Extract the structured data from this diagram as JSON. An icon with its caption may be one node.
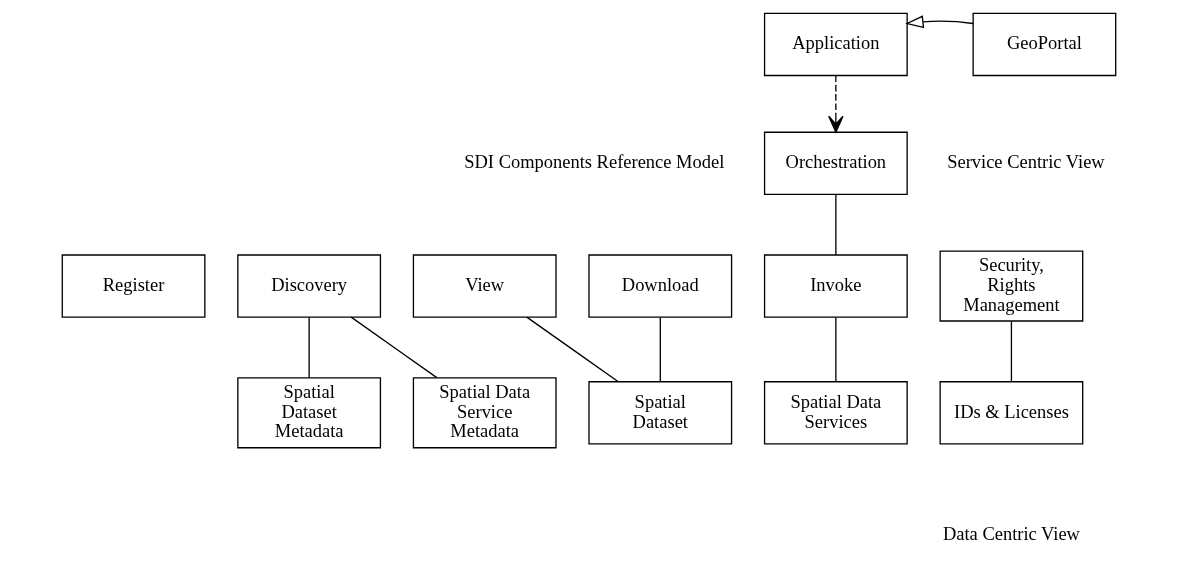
{
  "diagram": {
    "nodes": [
      {
        "text": [
          "Application"
        ]
      },
      {
        "text": [
          "GeoPortal"
        ]
      },
      {
        "text": [
          "Orchestration"
        ]
      },
      {
        "text": [
          "Register"
        ]
      },
      {
        "text": [
          "Discovery"
        ]
      },
      {
        "text": [
          "View"
        ]
      },
      {
        "text": [
          "Download"
        ]
      },
      {
        "text": [
          "Invoke"
        ]
      },
      {
        "text": [
          "Security, Rights Management"
        ]
      },
      {
        "text": [
          "Spatial Dataset Metadata"
        ]
      },
      {
        "text": [
          "Spatial Data Service Metadata"
        ]
      },
      {
        "text": [
          "Spatial Dataset"
        ]
      },
      {
        "text": [
          "Spatial Data Services"
        ]
      },
      {
        "text": [
          "IDs & Licenses"
        ]
      }
    ],
    "edges": [
      {
        "from": 1,
        "to": 0,
        "arrow": "to"
      },
      {
        "from": 0,
        "to": 2,
        "arrow": "to",
        "style": "dashed"
      },
      {
        "from": 2,
        "to": 7,
        "arrow": "none"
      },
      {
        "from": 4,
        "to": 9,
        "arrow": "none"
      },
      {
        "from": 4,
        "to": 10,
        "arrow": "none"
      },
      {
        "from": 5,
        "to": 11,
        "arrow": "none"
      },
      {
        "from": 6,
        "to": 11,
        "arrow": "none"
      },
      {
        "from": 7,
        "to": 12,
        "arrow": "none"
      },
      {
        "from": 8,
        "to": 13,
        "arrow": "none"
      }
    ],
    "labels": [
      "SDI Components Reference Model",
      "Service Centric View",
      "Data Centric View"
    ]
  }
}
